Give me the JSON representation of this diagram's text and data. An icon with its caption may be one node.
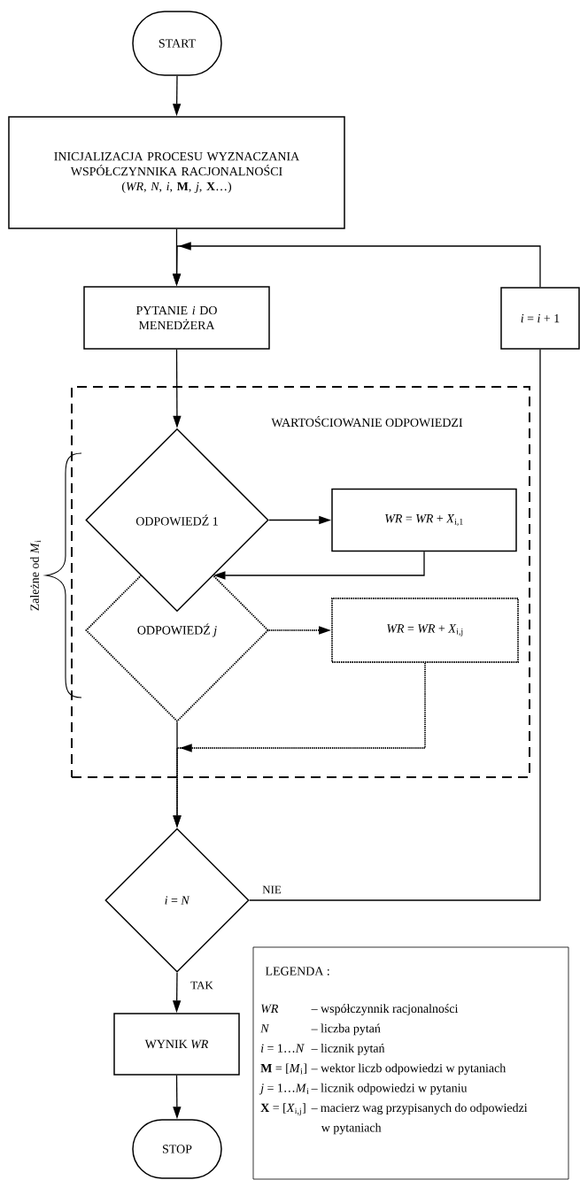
{
  "diagram": {
    "nodes": [
      {
        "text": [
          "START"
        ]
      },
      {
        "text": [
          "INICJALIZACJA PROCESU WYZNACZANIA WSPÓŁCZYNNIKA RACJONALNOŚCI",
          "(*WR*, *N*, *i*, **M**, *j*, **X**…)"
        ]
      },
      {
        "text": [
          "PYTANIE *i* DO MENEDŻERA"
        ]
      },
      {
        "text": [
          "*i* = *i* + 1"
        ]
      },
      {
        "text": [
          "WARTOŚCIOWANIE ODPOWIEDZI"
        ]
      },
      {
        "text": [
          "ODPOWIEDŹ 1"
        ],
        "in": 4
      },
      {
        "text": [
          "*WR* = *WR* + *X*$_{i,1}$"
        ],
        "in": 4
      },
      {
        "text": [
          "ODPOWIEDŹ *j*"
        ],
        "in": 4
      },
      {
        "text": [
          "*WR* = *WR* + *X*$_{i,j}$"
        ],
        "in": 4
      },
      {
        "text": [
          "*i* = *N*"
        ]
      },
      {
        "text": [
          "WYNIK *WR*"
        ]
      },
      {
        "text": [
          "STOP"
        ]
      },
      {
        "text": [
          "LEGENDA :",
          "*WR*",
          "– współczynnik racjonalności",
          "*N*",
          "– liczba pytań",
          "*i* = 1…*N*",
          "– licznik pytań",
          "**M** = [*M*$_{i}$]",
          "– wektor liczb odpowiedzi w pytaniach",
          "*j* = 1…*M*$_{i}$",
          "– licznik odpowiedzi w pytaniu",
          "**X** = [*X*$_{i,j}$]",
          "– macierz wag przypisanych do odpowiedzi w pytaniach"
        ]
      }
    ],
    "edges": [
      {
        "from": 0,
        "to": 1,
        "arrow": "to"
      },
      {
        "from": 1,
        "to": 2,
        "arrow": "to"
      },
      {
        "from": 3,
        "to": 2,
        "arrow": "to"
      },
      {
        "from": 2,
        "to": 5,
        "arrow": "to"
      },
      {
        "from": 5,
        "to": 6,
        "arrow": "to"
      },
      {
        "from": 6,
        "to": 5,
        "arrow": "to"
      },
      {
        "from": 7,
        "to": 8,
        "arrow": "to",
        "style": "dashed"
      },
      {
        "from": 8,
        "to": 9,
        "arrow": "to",
        "style": "dashed"
      },
      {
        "from": 7,
        "to": 9,
        "arrow": "to"
      },
      {
        "from": 9,
        "to": 3,
        "arrow": "none",
        "label": "NIE"
      },
      {
        "from": 9,
        "to": 10,
        "arrow": "to",
        "label": "TAK"
      },
      {
        "from": 10,
        "to": 11,
        "arrow": "to"
      }
    ],
    "labels": [
      "Zależne od *M*$_{i}$"
    ]
  }
}
